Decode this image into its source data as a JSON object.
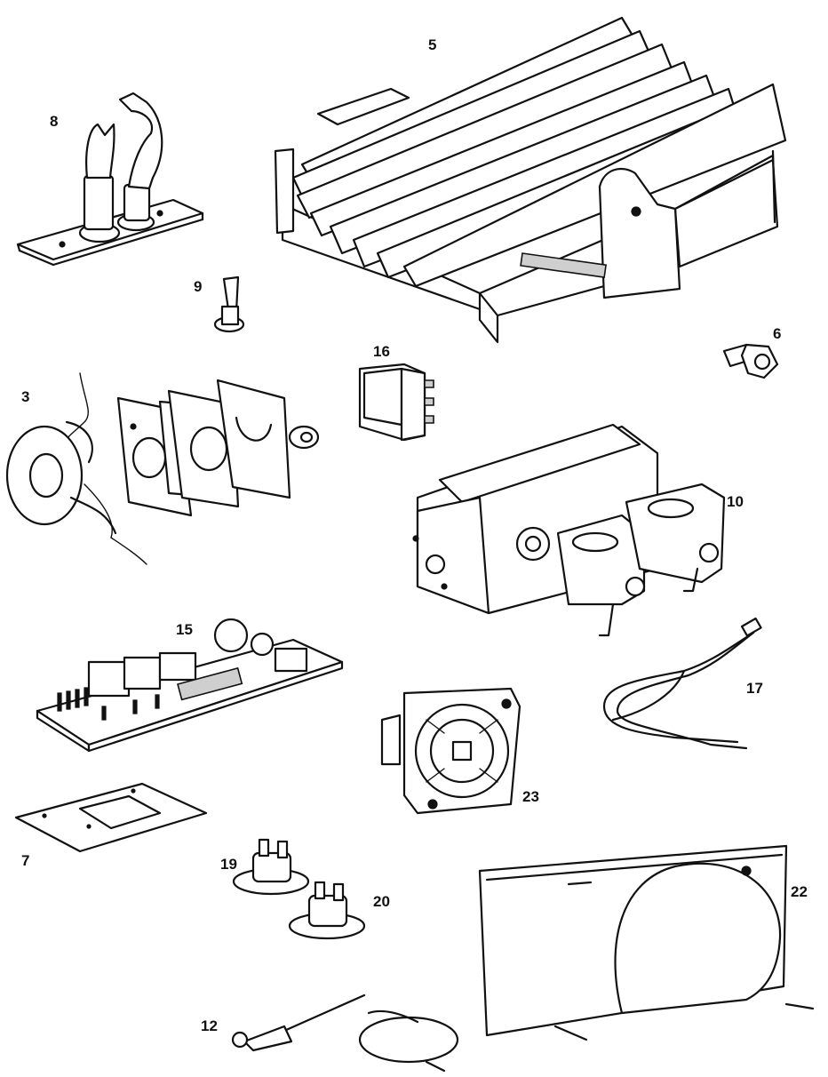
{
  "parts": [
    {
      "id": "part-5",
      "callout": "5",
      "depicts": "heat-sink-icon"
    },
    {
      "id": "part-8",
      "callout": "8",
      "depicts": "electrode-bracket-icon"
    },
    {
      "id": "part-9",
      "callout": "9",
      "depicts": "spade-connector-icon"
    },
    {
      "id": "part-6",
      "callout": "6",
      "depicts": "screw-icon"
    },
    {
      "id": "part-16",
      "callout": "16",
      "depicts": "rocker-switch-icon"
    },
    {
      "id": "part-3",
      "callout": "3",
      "depicts": "burner-window-assembly-icon"
    },
    {
      "id": "part-10",
      "callout": "10",
      "depicts": "gas-valve-icon"
    },
    {
      "id": "part-15",
      "callout": "15",
      "depicts": "circuit-board-icon"
    },
    {
      "id": "part-17",
      "callout": "17",
      "depicts": "wire-harness-icon"
    },
    {
      "id": "part-23",
      "callout": "23",
      "depicts": "fan-icon"
    },
    {
      "id": "part-7",
      "callout": "7",
      "depicts": "gasket-plate-icon"
    },
    {
      "id": "part-19",
      "callout": "19",
      "depicts": "thermal-switch-icon"
    },
    {
      "id": "part-20",
      "callout": "20",
      "depicts": "thermal-switch-icon"
    },
    {
      "id": "part-22",
      "callout": "22",
      "depicts": "blower-housing-icon"
    },
    {
      "id": "part-12",
      "callout": "12",
      "depicts": "sensor-probe-icon"
    }
  ]
}
